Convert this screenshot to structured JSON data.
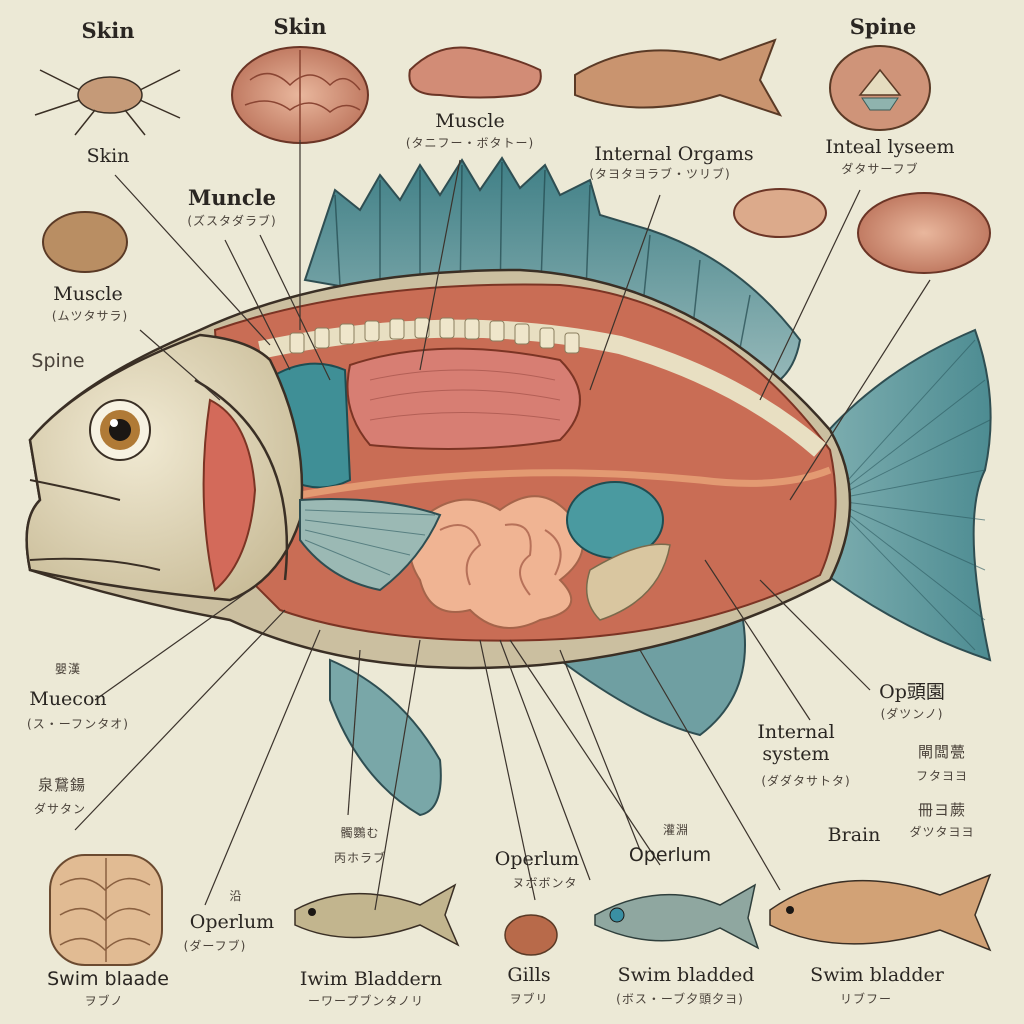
{
  "labels": {
    "skin_top_left": "Skin",
    "skin_top_center": "Skin",
    "skin_left": "Skin",
    "spine_top_right": "Spine",
    "muscle_top": "Muscle",
    "muscle_top_sub": "(タニフー・ボタトー)",
    "internal_organs": "Internal Orgams",
    "internal_organs_sub": "(タヨタヨラブ・ツリブ)",
    "inteal_lyseem": "Inteal lyseem",
    "inteal_lyseem_sub": "ダタサーフブ",
    "muncle": "Muncle",
    "muncle_sub": "(ズスタダラブ)",
    "muscle_left": "Muscle",
    "muscle_left_sub": "(ムツタサラ)",
    "spine_left": "Spine",
    "muscon": "Muecon",
    "muscon_jp": "嬰漢",
    "muscon_sub": "(ス・ーフンタオ)",
    "left_jp": "泉鵞鍚",
    "left_jp_sub": "ダサタン",
    "operlum_left": "Operlum",
    "operlum_left_jp": "沿",
    "operlum_left_sub": "(ダーフブ)",
    "center_jp": "髑鸚む",
    "center_jp_sub": "丙ホラブ",
    "operlum_center": "Operlum",
    "operlum_center_sub": "ヌボボンタ",
    "operlum_right": "Operlum",
    "operlum_right_jp": "灌淵",
    "opbel": "Op頭園",
    "opbel_sub": "(ダツンノ)",
    "internal_system": "Internal\nsystem",
    "internal_system_sub": "(ダダタサトタ)",
    "right_jp": "閘闆甍",
    "right_jp_sub": "フタヨヨ",
    "right_jp2": "冊ヨ蕨",
    "right_jp2_sub": "ダツタヨヨ",
    "brain": "Brain",
    "swim_blaade": "Swim blaade",
    "swim_blaade_sub": "ヲブノ",
    "iwim_bladdern": "Iwim Bladdern",
    "iwim_bladdern_sub": "ーワープブンタノリ",
    "gills": "Gills",
    "gills_sub": "ヲブリ",
    "swim_bladded": "Swim bladded",
    "swim_bladded_sub": "(ボス・ーブ夕頭夕ヨ)",
    "swim_bladder": "Swim bladder",
    "swim_bladder_sub": "リブフー"
  }
}
